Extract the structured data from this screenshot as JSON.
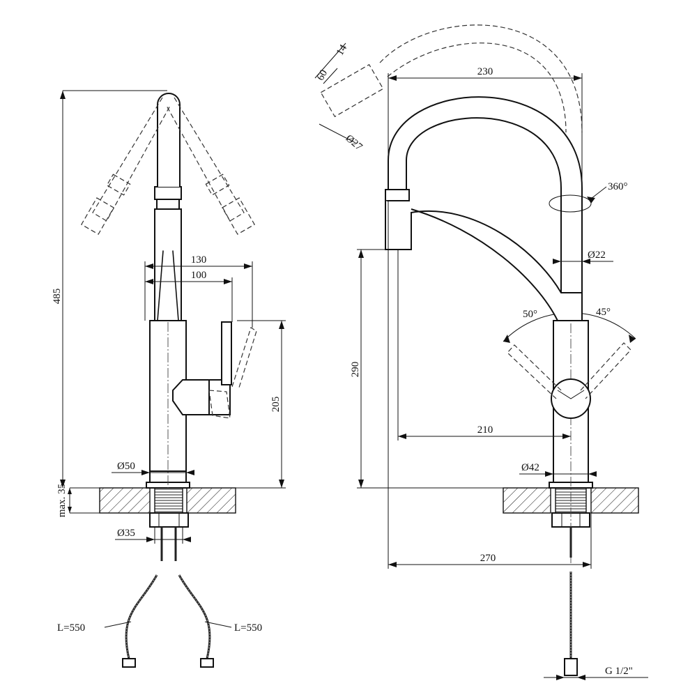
{
  "left_view": {
    "dim_height": "485",
    "dim_lever_outer": "130",
    "dim_lever_inner": "100",
    "dim_body_height": "205",
    "dim_body_dia": "Ø50",
    "dim_counter_thickness": "max. 35",
    "dim_thread_dia": "Ø35",
    "hose_left": "L=550",
    "hose_right": "L=550"
  },
  "right_view": {
    "dim_nozzle_len": "60",
    "dim_nozzle_width": "14",
    "dim_nozzle_dia": "Ø27",
    "dim_spout_reach": "230",
    "dim_rotation": "360°",
    "dim_spout_dia": "Ø22",
    "dim_spout_height": "290",
    "dim_lever_angle_left": "50°",
    "dim_lever_angle_right": "45°",
    "dim_outlet_offset": "210",
    "dim_body_dia": "Ø42",
    "dim_overall_reach": "270",
    "dim_connection": "G 1/2\""
  }
}
